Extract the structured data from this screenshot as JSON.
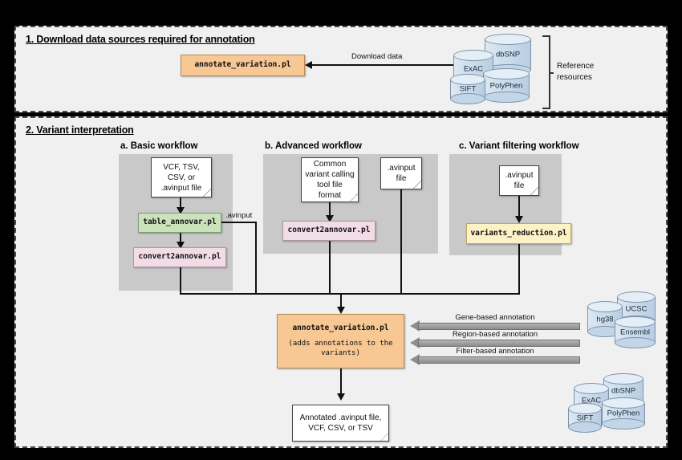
{
  "sections": {
    "one": {
      "title": "1. Download data sources required for annotation"
    },
    "two": {
      "title": "2. Variant interpretation"
    }
  },
  "section1": {
    "program": "annotate_variation.pl",
    "download_label": "Download data",
    "bracket_label_line1": "Reference",
    "bracket_label_line2": "resources",
    "databases": [
      {
        "name": "dbSNP"
      },
      {
        "name": "ExAC"
      },
      {
        "name": "PolyPhen"
      },
      {
        "name": "SIFT"
      }
    ]
  },
  "workflows": [
    {
      "title": "a. Basic workflow",
      "input": "VCF, TSV,\nCSV, or\n.avinput file",
      "step1": "table_annovar.pl",
      "step2": "convert2annovar.pl",
      "edge_label": ".avinput"
    },
    {
      "title": "b. Advanced workflow",
      "input": "Common\nvariant calling\ntool file\nformat",
      "input2": ".avinput\nfile",
      "step1": "convert2annovar.pl"
    },
    {
      "title": "c. Variant filtering workflow",
      "input": ".avinput\nfile",
      "step1": "variants_reduction.pl"
    }
  ],
  "central": {
    "program": "annotate_variation.pl",
    "subtitle": "(adds annotations to the\nvariants)"
  },
  "annotation_arrows": [
    {
      "label": "Gene-based annotation"
    },
    {
      "label": "Region-based annotation"
    },
    {
      "label": "Filter-based annotation"
    }
  ],
  "genome_databases": [
    {
      "name": "UCSC"
    },
    {
      "name": "hg38"
    },
    {
      "name": "Ensembl"
    }
  ],
  "variant_databases": [
    {
      "name": "dbSNP"
    },
    {
      "name": "ExAC"
    },
    {
      "name": "PolyPhen"
    },
    {
      "name": "SIFT"
    }
  ],
  "output": {
    "text": "Annotated .avinput file,\nVCF, CSV, or TSV"
  },
  "colors": {
    "orange": "#f7c794",
    "green": "#cbe3bc",
    "pink": "#f2dce6",
    "yellow": "#fdf1c6",
    "gray_panel": "#c9c9c9",
    "background": "#f0f0f0",
    "cylinder": "#c6d8ea"
  }
}
